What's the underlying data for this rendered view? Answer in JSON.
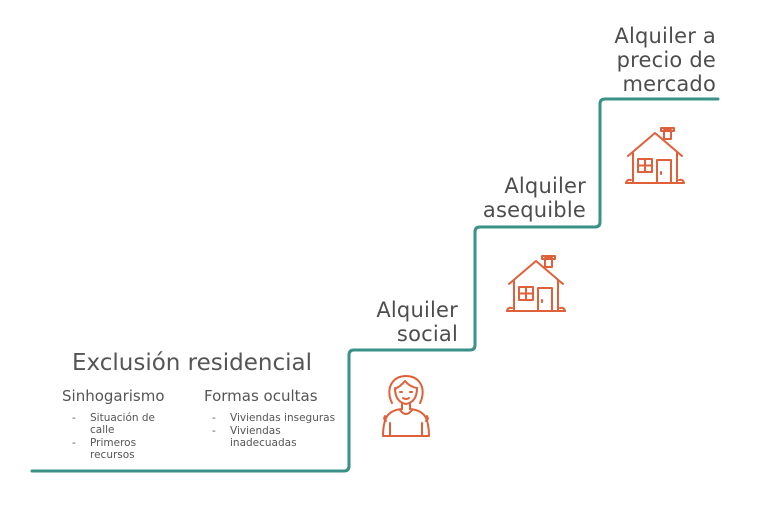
{
  "colors": {
    "stair_line": "#3a9188",
    "icon": "#e0603a",
    "text": "#4d4d4d"
  },
  "steps": [
    {
      "lines": [
        "Alquiler a",
        "precio de",
        "mercado"
      ],
      "icon": "house-icon"
    },
    {
      "lines": [
        "Alquiler",
        "asequible"
      ],
      "icon": "house-icon"
    },
    {
      "lines": [
        "Alquiler",
        "social"
      ],
      "icon": "person-icon"
    }
  ],
  "exclusion": {
    "title": "Exclusión residencial",
    "columns": [
      {
        "heading": "Sinhogarismo",
        "items": [
          [
            "Situación de",
            "calle"
          ],
          [
            "Primeros",
            "recursos"
          ]
        ]
      },
      {
        "heading": "Formas ocultas",
        "items": [
          [
            "Viviendas inseguras"
          ],
          [
            "Viviendas",
            "inadecuadas"
          ]
        ]
      }
    ]
  },
  "bullet": "-"
}
